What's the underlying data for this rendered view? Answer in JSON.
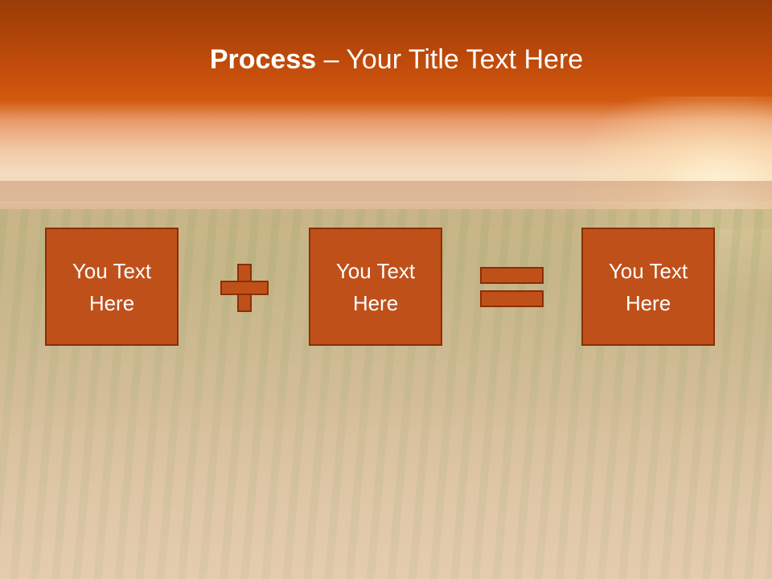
{
  "slide": {
    "title_bold": "Process",
    "title_rest": " – Your Title Text Here",
    "boxes": [
      {
        "line1": "You Text",
        "line2": "Here"
      },
      {
        "line1": "You Text",
        "line2": "Here"
      },
      {
        "line1": "You Text",
        "line2": "Here"
      }
    ],
    "operators": [
      "plus-icon",
      "equals-icon"
    ],
    "colors": {
      "header": "#c04b0b",
      "box_fill": "#c0501a",
      "box_border": "#8a2e06",
      "text": "#ffffff"
    }
  }
}
